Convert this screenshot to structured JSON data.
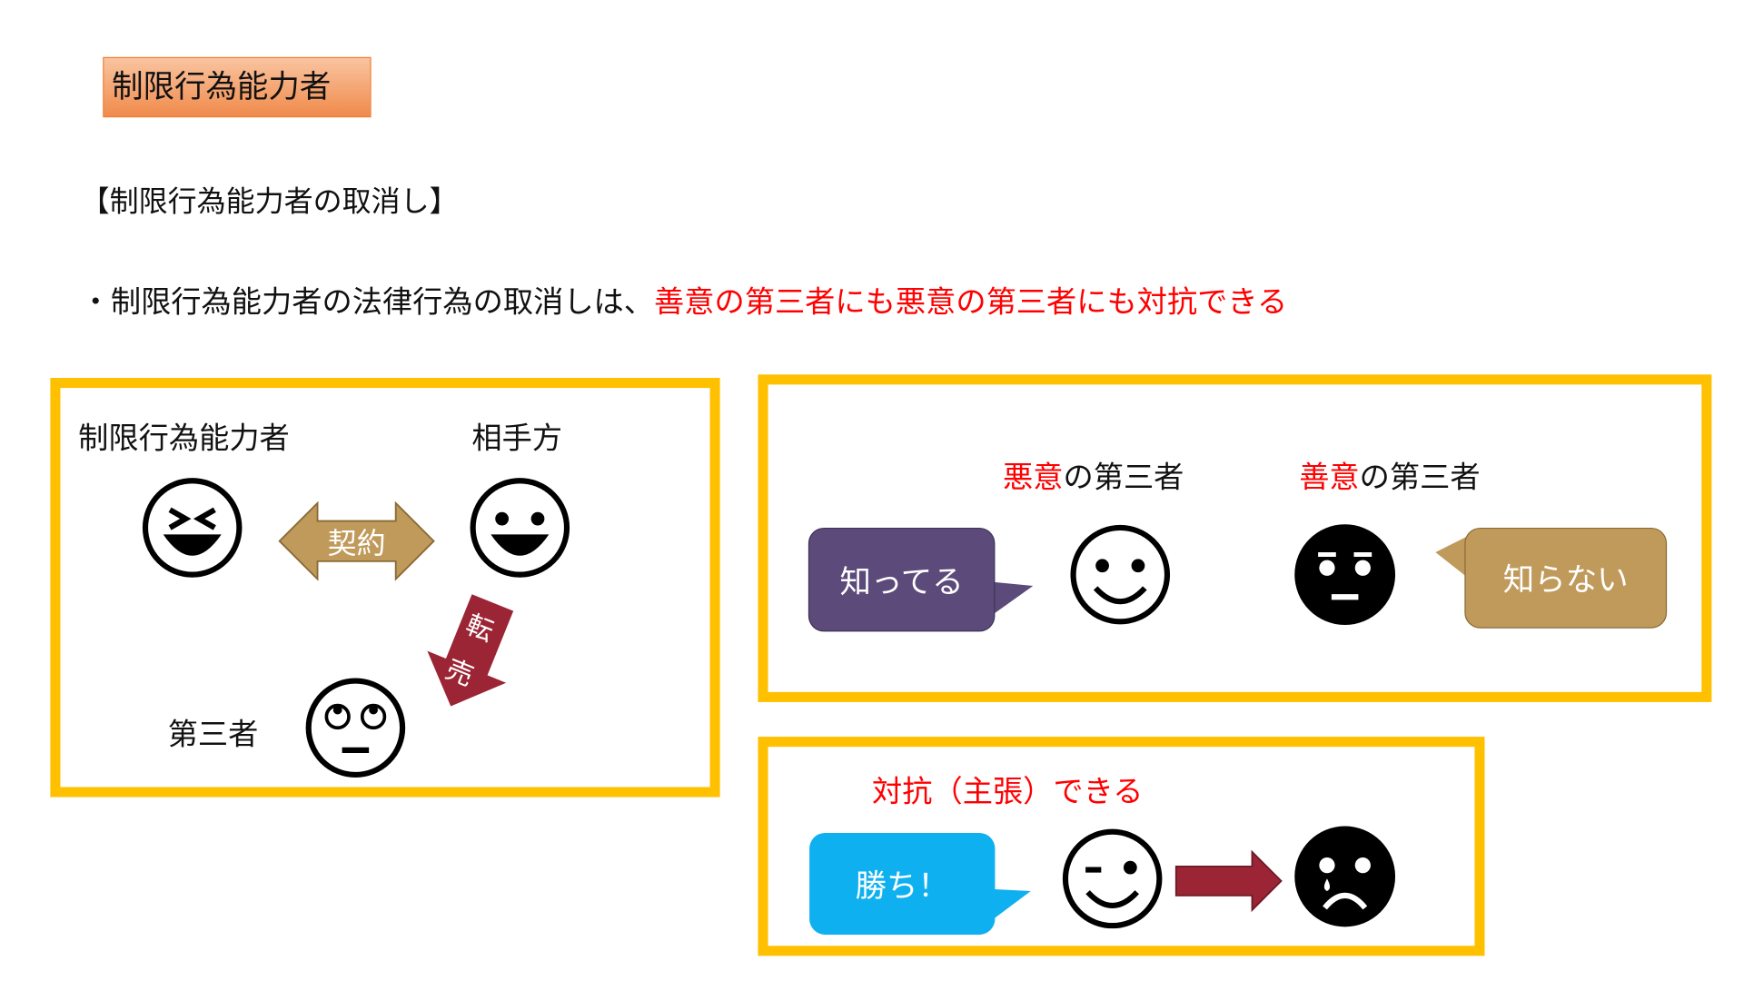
{
  "title": "制限行為能力者",
  "heading": "【制限行為能力者の取消し】",
  "statement": {
    "bullet": "・",
    "prefix": "制限行為能力者の法律行為の取消しは、",
    "emphasis": "善意の第三者にも悪意の第三者にも対抗できる"
  },
  "diagram_left": {
    "party_a": "制限行為能力者",
    "party_b": "相手方",
    "third_party": "第三者",
    "contract_arrow": "契約",
    "resale_arrow_1": "転",
    "resale_arrow_2": "売"
  },
  "diagram_right": {
    "bad_faith_red": "悪意",
    "bad_faith_rest": "の第三者",
    "good_faith_red": "善意",
    "good_faith_rest": "の第三者",
    "bubble_knows": "知ってる",
    "bubble_not_knows": "知らない"
  },
  "diagram_result": {
    "label": "対抗（主張）できる",
    "bubble_win": "勝ち！"
  },
  "colors": {
    "frame": "#ffc000",
    "red": "#ff0000",
    "purple": "#5b4a7a",
    "tan": "#c09a5b",
    "blue": "#0fb0f0",
    "maroon": "#9b2535"
  }
}
